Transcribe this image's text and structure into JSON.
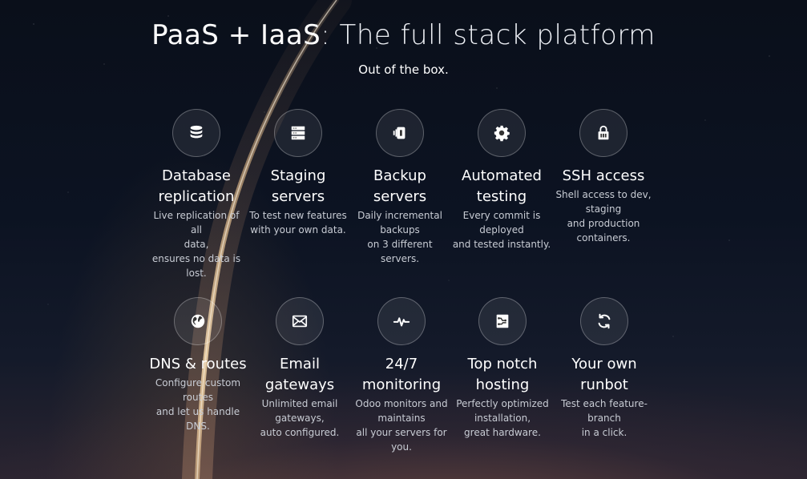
{
  "hero": {
    "title_part1": "PaaS + IaaS",
    "title_part2": ": The full stack platform",
    "subtitle": "Out of the box."
  },
  "features": [
    {
      "icon": "database-icon",
      "title_line1": "Database",
      "title_line2": "replication",
      "desc": [
        "Live replication of all",
        "data,",
        "ensures no data is",
        "lost."
      ]
    },
    {
      "icon": "server-icon",
      "title_line1": "Staging",
      "title_line2": "servers",
      "desc": [
        "To test new features",
        "with your own data."
      ]
    },
    {
      "icon": "backup-icon",
      "title_line1": "Backup",
      "title_line2": "servers",
      "desc": [
        "Daily incremental",
        "backups",
        "on 3 different servers."
      ]
    },
    {
      "icon": "gear-icon",
      "title_line1": "Automated",
      "title_line2": "testing",
      "desc": [
        "Every commit is",
        "deployed",
        "and tested instantly."
      ]
    },
    {
      "icon": "lock-icon",
      "title_line1": "SSH access",
      "title_line2": "",
      "desc": [
        "Shell access to dev,",
        "staging",
        "and production",
        "containers."
      ]
    },
    {
      "icon": "globe-icon",
      "title_line1": "DNS & routes",
      "title_line2": "",
      "desc": [
        "Configure custom",
        "routes",
        "and let us handle",
        "DNS."
      ]
    },
    {
      "icon": "envelope-icon",
      "title_line1": "Email",
      "title_line2": "gateways",
      "desc": [
        "Unlimited email",
        "gateways,",
        "auto configured."
      ]
    },
    {
      "icon": "heartbeat-icon",
      "title_line1": "24/7",
      "title_line2": "monitoring",
      "desc": [
        "Odoo monitors and",
        "maintains",
        "all your servers for",
        "you."
      ]
    },
    {
      "icon": "hosting-icon",
      "title_line1": "Top notch",
      "title_line2": "hosting",
      "desc": [
        "Perfectly optimized",
        "installation,",
        "great hardware."
      ]
    },
    {
      "icon": "refresh-icon",
      "title_line1": "Your own",
      "title_line2": "runbot",
      "desc": [
        "Test each feature-",
        "branch",
        "in a click."
      ]
    }
  ]
}
